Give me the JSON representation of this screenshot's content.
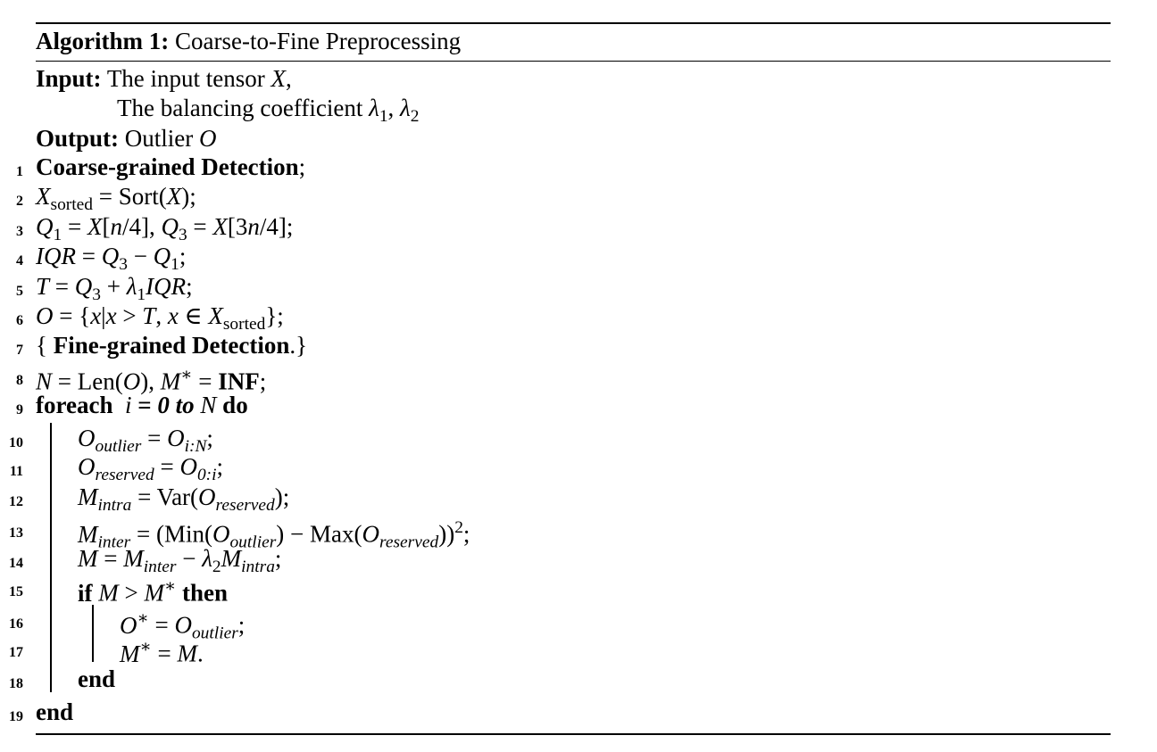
{
  "algorithm": {
    "label": "Algorithm 1:",
    "title": "Coarse-to-Fine Preprocessing",
    "input_label": "Input:",
    "input_text_1": "The input tensor ",
    "input_var_1": "X",
    "input_text_1_end": ",",
    "input_text_2": "The balancing coefficient ",
    "input_var_2a": "λ",
    "input_sub_2a": "1",
    "input_sep": ", ",
    "input_var_2b": "λ",
    "input_sub_2b": "2",
    "output_label": "Output:",
    "output_text": "Outlier ",
    "output_var": "O"
  },
  "lines": [
    {
      "num": "1",
      "text": "Coarse-grained Detection;"
    },
    {
      "num": "2",
      "text": "X_sorted = Sort(X);"
    },
    {
      "num": "3",
      "text": "Q1 = X[n/4], Q3 = X[3n/4];"
    },
    {
      "num": "4",
      "text": "IQR = Q3 − Q1;"
    },
    {
      "num": "5",
      "text": "T = Q3 + λ1 IQR;"
    },
    {
      "num": "6",
      "text": "O = {x|x > T, x ∈ X_sorted};"
    },
    {
      "num": "7",
      "text": "{ Fine-grained Detection.}"
    },
    {
      "num": "8",
      "text": "N = Len(O), M* = INF;"
    },
    {
      "num": "9",
      "text": "foreach i = 0 to N do"
    },
    {
      "num": "10",
      "text": "O_outlier = O_i:N;"
    },
    {
      "num": "11",
      "text": "O_reserved = O_0:i;"
    },
    {
      "num": "12",
      "text": "M_intra = Var(O_reserved);"
    },
    {
      "num": "13",
      "text": "M_inter = (Min(O_outlier) − Max(O_reserved))^2;"
    },
    {
      "num": "14",
      "text": "M = M_inter − λ2 M_intra;"
    },
    {
      "num": "15",
      "text": "if M > M* then"
    },
    {
      "num": "16",
      "text": "O* = O_outlier;"
    },
    {
      "num": "17",
      "text": "M* = M."
    },
    {
      "num": "18",
      "text": "end"
    },
    {
      "num": "19",
      "text": "end"
    }
  ],
  "tokens": {
    "kw_coarse": "Coarse-grained Detection",
    "kw_fine": "Fine-grained Detection",
    "kw_foreach": "foreach",
    "kw_do": "do",
    "kw_to": "to",
    "kw_if": "if",
    "kw_then": "then",
    "kw_end": "end",
    "kw_inf": "INF",
    "fn_sort": "Sort",
    "fn_len": "Len",
    "fn_var": "Var",
    "fn_min": "Min",
    "fn_max": "Max",
    "sub_sorted": "sorted",
    "sub_outlier": "outlier",
    "sub_reserved": "reserved",
    "sub_intra": "intra",
    "sub_inter": "inter",
    "sub_iN": "i:N",
    "sub_0i": "0:i"
  }
}
